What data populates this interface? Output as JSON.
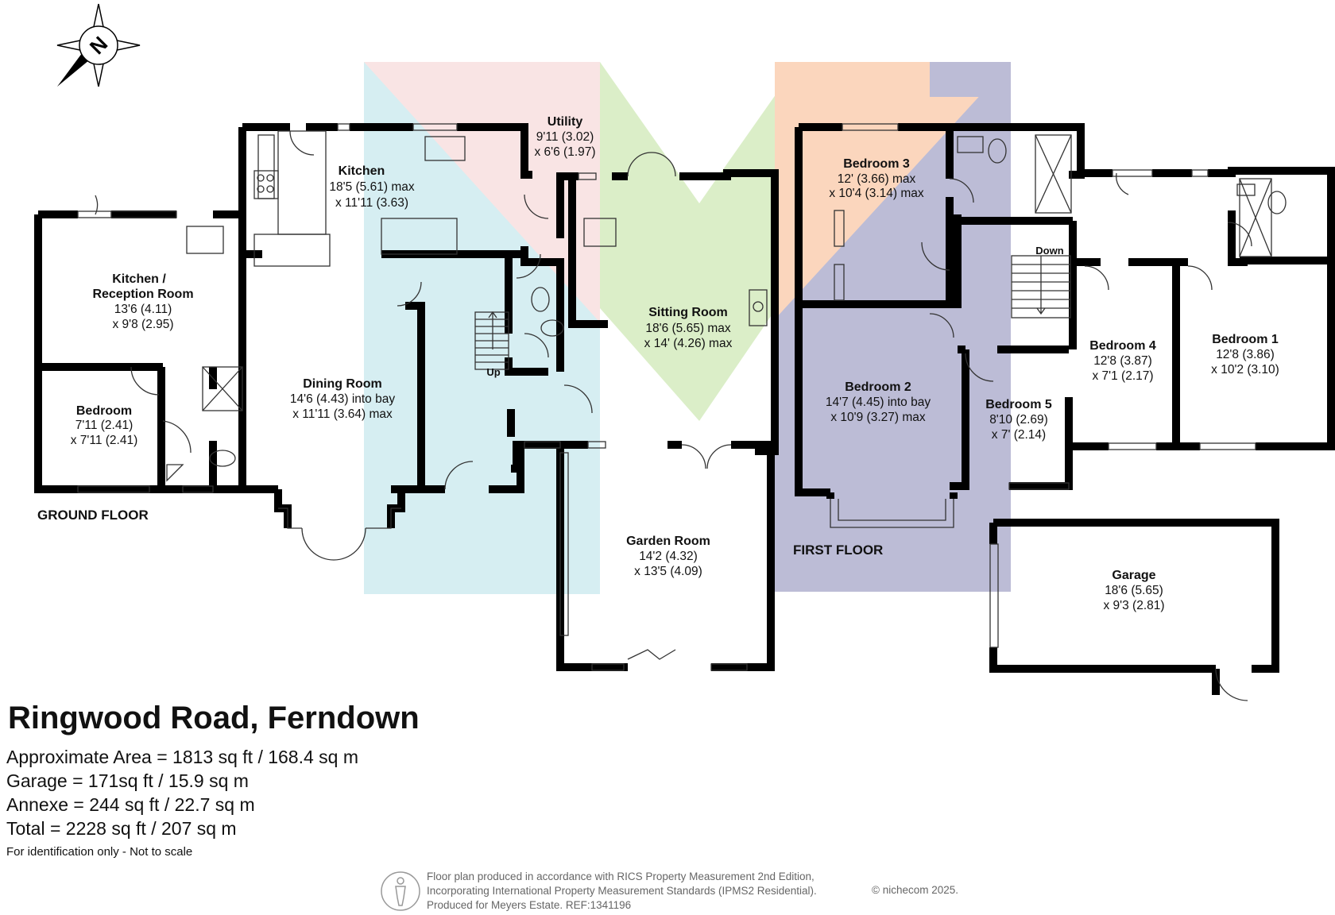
{
  "property": {
    "title": "Ringwood Road, Ferndown",
    "areas": [
      "Approximate Area = 1813 sq ft / 168.4 sq m",
      "Garage = 171sq ft / 15.9 sq m",
      "Annexe = 244 sq ft / 22.7 sq m",
      "Total = 2228 sq ft / 207 sq m"
    ],
    "disclaimer": "For identification only - Not to scale"
  },
  "floors": {
    "ground": "GROUND FLOOR",
    "first": "FIRST FLOOR"
  },
  "compass": {
    "label": "N"
  },
  "stairs": {
    "up": "Up",
    "down": "Down"
  },
  "rooms": {
    "annexe_kitchen": {
      "name1": "Kitchen /",
      "name2": "Reception Room",
      "dim1": "13'6 (4.11)",
      "dim2": "x 9'8 (2.95)"
    },
    "annexe_bedroom": {
      "name": "Bedroom",
      "dim1": "7'11 (2.41)",
      "dim2": "x 7'11 (2.41)"
    },
    "kitchen": {
      "name": "Kitchen",
      "dim1": "18'5 (5.61) max",
      "dim2": "x 11'11 (3.63)"
    },
    "utility": {
      "name": "Utility",
      "dim1": "9'11 (3.02)",
      "dim2": "x 6'6 (1.97)"
    },
    "dining_room": {
      "name": "Dining Room",
      "dim1": "14'6 (4.43) into bay",
      "dim2": "x 11'11 (3.64) max"
    },
    "sitting_room": {
      "name": "Sitting Room",
      "dim1": "18'6 (5.65) max",
      "dim2": "x 14' (4.26) max"
    },
    "garden_room": {
      "name": "Garden Room",
      "dim1": "14'2 (4.32)",
      "dim2": "x 13'5 (4.09)"
    },
    "bedroom3": {
      "name": "Bedroom 3",
      "dim1": "12' (3.66) max",
      "dim2": "x 10'4 (3.14)  max"
    },
    "bedroom2": {
      "name": "Bedroom 2",
      "dim1": "14'7 (4.45) into bay",
      "dim2": "x 10'9 (3.27) max"
    },
    "bedroom5": {
      "name": "Bedroom 5",
      "dim1": "8'10 (2.69)",
      "dim2": "x 7' (2.14)"
    },
    "bedroom4": {
      "name": "Bedroom 4",
      "dim1": "12'8 (3.87)",
      "dim2": "x 7'1 (2.17)"
    },
    "bedroom1": {
      "name": "Bedroom 1",
      "dim1": "12'8 (3.86)",
      "dim2": "x 10'2 (3.10)"
    },
    "garage": {
      "name": "Garage",
      "dim1": "18'6 (5.65)",
      "dim2": "x 9'3 (2.81)"
    }
  },
  "credits": {
    "line1": "Floor plan produced in accordance with RICS Property Measurement 2nd Edition,",
    "line2": "Incorporating International Property Measurement Standards (IPMS2 Residential).",
    "line3": "Produced for Meyers Estate.    REF:1341196",
    "copyright": "© nichecom 2025."
  },
  "colors": {
    "wall": "#000000",
    "zone_blue": "#d6eef2",
    "zone_pink": "#f9e4e4",
    "zone_green": "#dbeec8",
    "zone_orange": "#fbd6bd",
    "zone_purple": "#bcbcd6"
  }
}
